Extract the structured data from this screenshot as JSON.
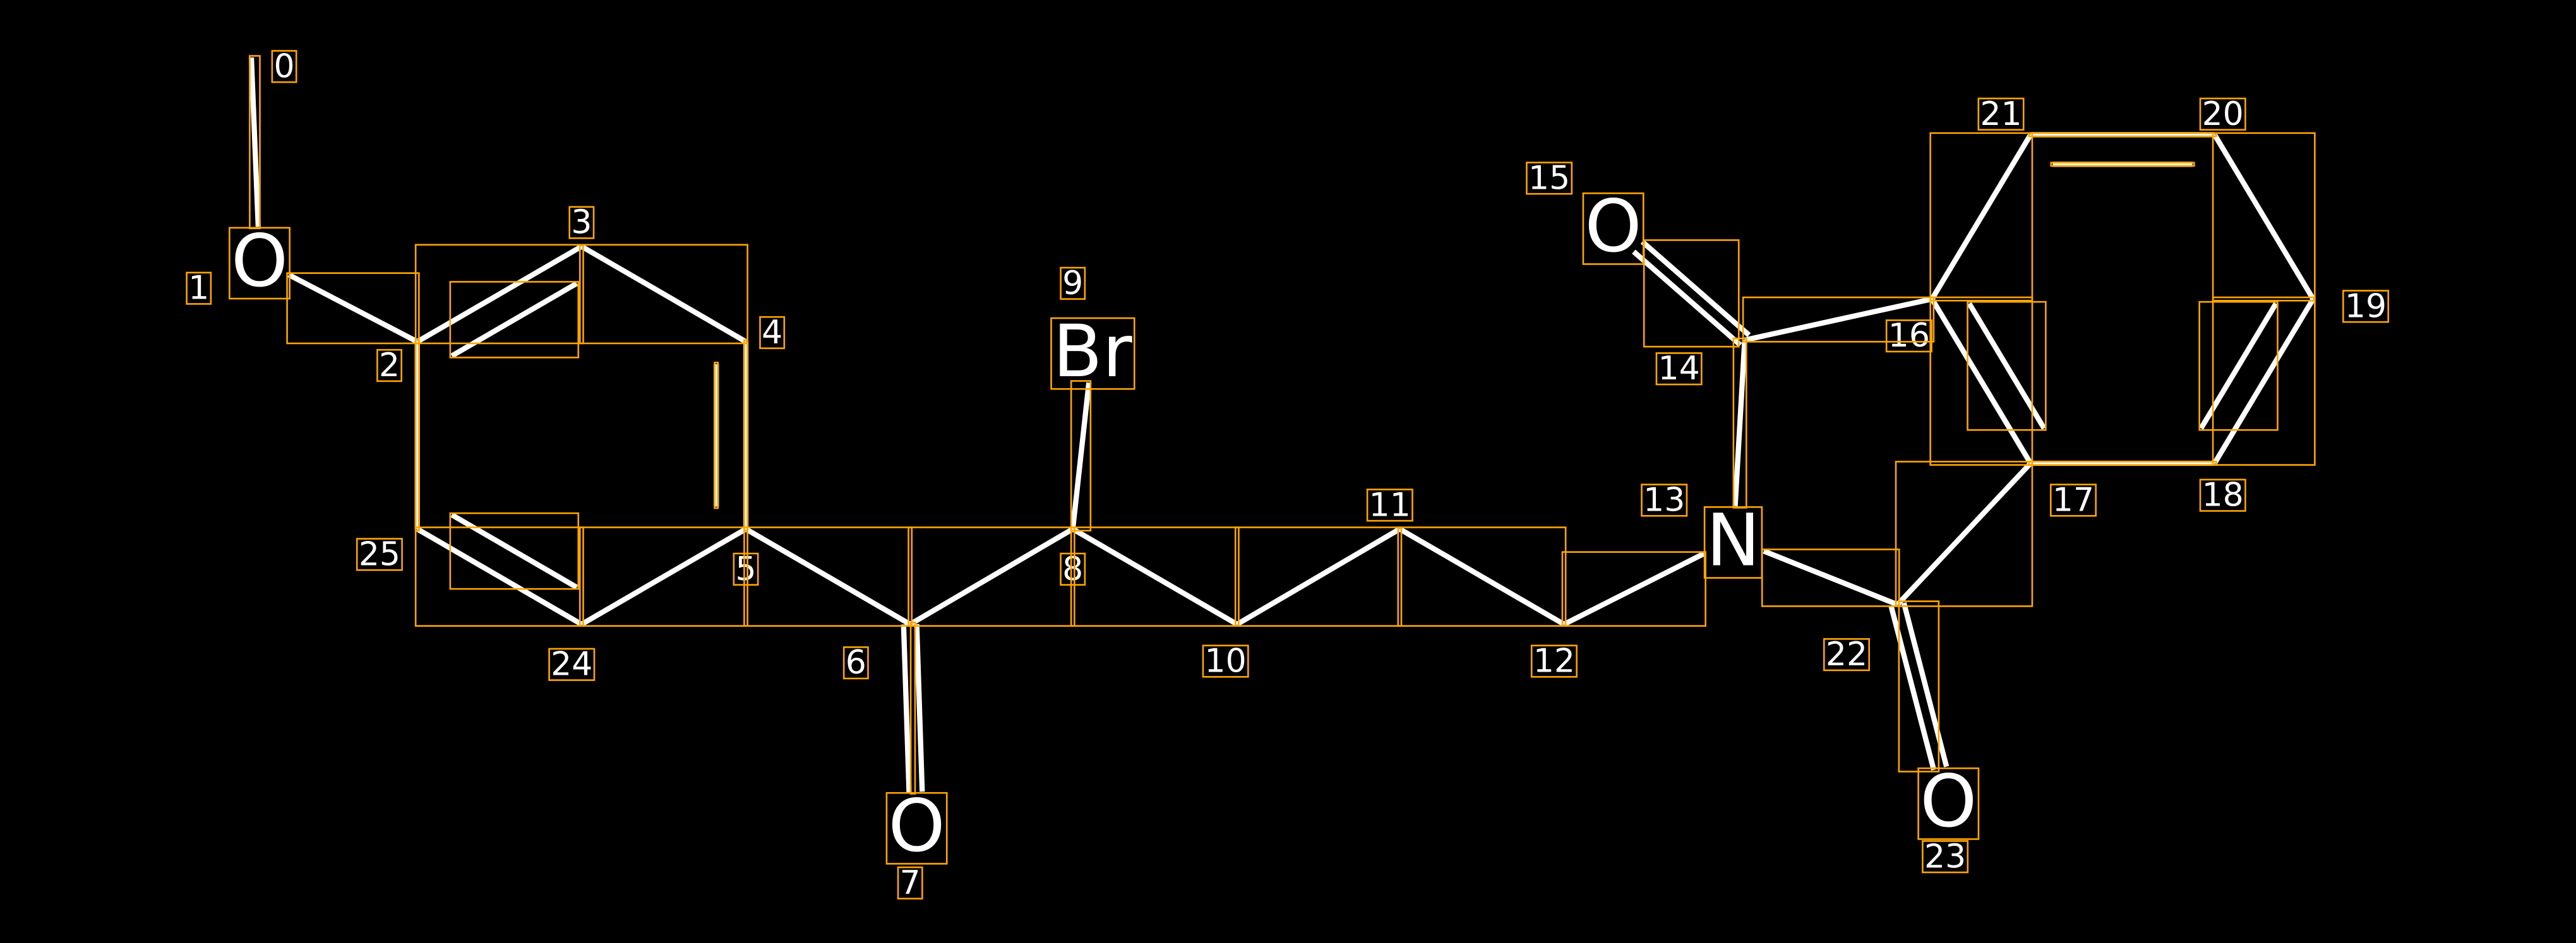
{
  "colors": {
    "background": "#000000",
    "bond": "#FFFFFF",
    "annotation_box": "#FFA500"
  },
  "atoms": [
    {
      "index": "0",
      "symbol": ""
    },
    {
      "index": "1",
      "symbol": "O"
    },
    {
      "index": "2",
      "symbol": ""
    },
    {
      "index": "3",
      "symbol": ""
    },
    {
      "index": "4",
      "symbol": ""
    },
    {
      "index": "5",
      "symbol": ""
    },
    {
      "index": "6",
      "symbol": ""
    },
    {
      "index": "7",
      "symbol": "O"
    },
    {
      "index": "8",
      "symbol": ""
    },
    {
      "index": "9",
      "symbol": "Br"
    },
    {
      "index": "10",
      "symbol": ""
    },
    {
      "index": "11",
      "symbol": ""
    },
    {
      "index": "12",
      "symbol": ""
    },
    {
      "index": "13",
      "symbol": "N"
    },
    {
      "index": "14",
      "symbol": ""
    },
    {
      "index": "15",
      "symbol": "O"
    },
    {
      "index": "16",
      "symbol": ""
    },
    {
      "index": "17",
      "symbol": ""
    },
    {
      "index": "18",
      "symbol": ""
    },
    {
      "index": "19",
      "symbol": ""
    },
    {
      "index": "20",
      "symbol": ""
    },
    {
      "index": "21",
      "symbol": ""
    },
    {
      "index": "22",
      "symbol": ""
    },
    {
      "index": "23",
      "symbol": "O"
    },
    {
      "index": "24",
      "symbol": ""
    },
    {
      "index": "25",
      "symbol": ""
    }
  ],
  "bonds": [
    [
      0,
      1,
      1
    ],
    [
      1,
      2,
      1
    ],
    [
      2,
      3,
      2
    ],
    [
      3,
      4,
      1
    ],
    [
      4,
      5,
      2
    ],
    [
      5,
      24,
      1
    ],
    [
      24,
      25,
      2
    ],
    [
      25,
      2,
      1
    ],
    [
      5,
      6,
      1
    ],
    [
      6,
      7,
      2
    ],
    [
      6,
      8,
      1
    ],
    [
      8,
      9,
      1
    ],
    [
      8,
      10,
      1
    ],
    [
      10,
      11,
      1
    ],
    [
      11,
      12,
      1
    ],
    [
      12,
      13,
      1
    ],
    [
      13,
      14,
      1
    ],
    [
      14,
      15,
      2
    ],
    [
      14,
      16,
      1
    ],
    [
      16,
      17,
      2
    ],
    [
      17,
      18,
      1
    ],
    [
      18,
      19,
      2
    ],
    [
      19,
      20,
      1
    ],
    [
      20,
      21,
      2
    ],
    [
      21,
      16,
      1
    ],
    [
      13,
      22,
      1
    ],
    [
      22,
      23,
      2
    ],
    [
      22,
      17,
      1
    ]
  ]
}
